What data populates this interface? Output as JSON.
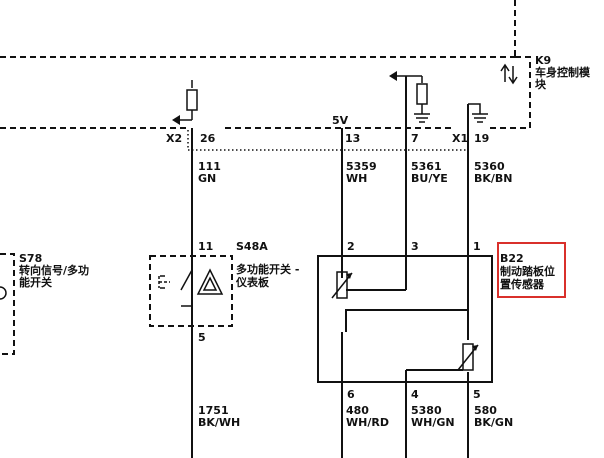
{
  "modules": {
    "k9": {
      "id": "K9",
      "name_line1": "车身控制模",
      "name_line2": "块"
    },
    "s78": {
      "id": "S78",
      "name_line1": "转向信号/多功",
      "name_line2": "能开关"
    },
    "s48a": {
      "id": "S48A",
      "name_line1": "多功能开关 -",
      "name_line2": "仪表板"
    },
    "b22": {
      "id": "B22",
      "name_line1": "制动踏板位",
      "name_line2": "置传感器"
    }
  },
  "connectors": {
    "x2": "X2",
    "x1": "X1"
  },
  "pins": {
    "p26": "26",
    "p13": "13",
    "p7": "7",
    "p19": "19",
    "p11": "11",
    "p5_switch": "5",
    "p2": "2",
    "p3": "3",
    "p1": "1",
    "p6": "6",
    "p4": "4",
    "p5_sensor": "5"
  },
  "voltage": "5V",
  "wires": [
    {
      "circuit": "111",
      "color": "GN"
    },
    {
      "circuit": "5359",
      "color": "WH"
    },
    {
      "circuit": "5361",
      "color": "BU/YE"
    },
    {
      "circuit": "5360",
      "color": "BK/BN"
    },
    {
      "circuit": "1751",
      "color": "BK/WH"
    },
    {
      "circuit": "480",
      "color": "WH/RD"
    },
    {
      "circuit": "5380",
      "color": "WH/GN"
    },
    {
      "circuit": "580",
      "color": "BK/GN"
    }
  ],
  "colors": {
    "line": "#111111",
    "highlight": "#d9302b"
  }
}
